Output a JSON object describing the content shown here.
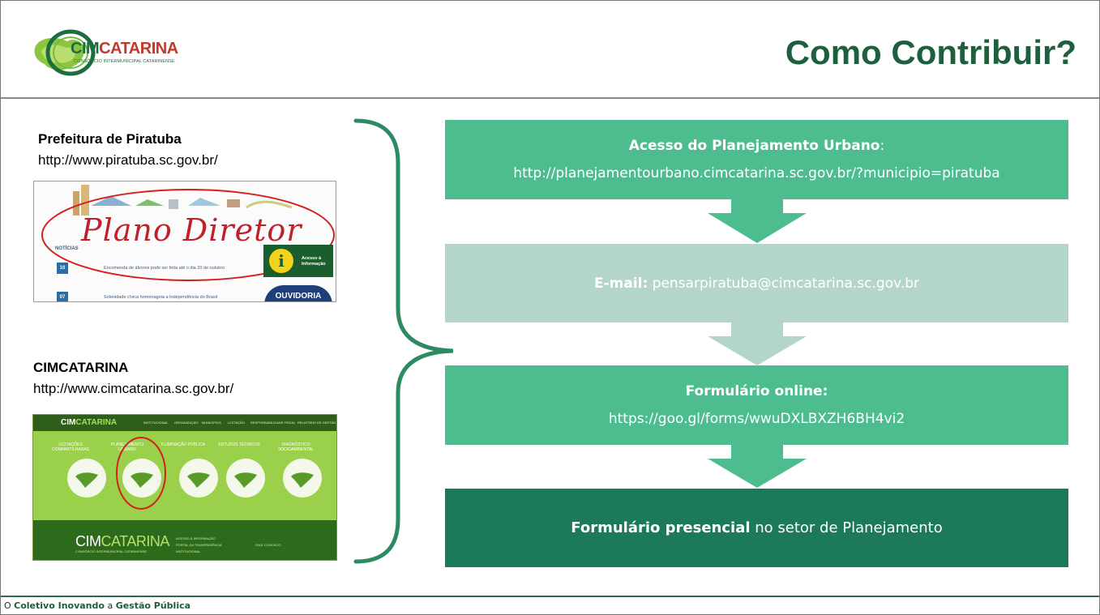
{
  "header": {
    "logo_cim": "CIM",
    "logo_catarina": "CATARINA",
    "logo_sub": "CONSÓRCIO INTERMUNICIPAL CATARINENSE",
    "title": "Como Contribuir?"
  },
  "sources": [
    {
      "name": "Prefeitura  de Piratuba",
      "url": "http://www.piratuba.sc.gov.br/",
      "thumb": {
        "banner": "Plano Diretor",
        "section": "NOTÍCIAS",
        "news": [
          {
            "day": "10",
            "text": "Encomenda de álvores pode ser feita até o dia 20 de outubro"
          },
          {
            "day": "07",
            "text": "Solenidade cívica homenageia a Independência do Brasil"
          }
        ],
        "acesso": "Acesso à Informação",
        "ouvidoria": "OUVIDORIA"
      }
    },
    {
      "name": "CIMCATARINA",
      "url": "http://www.cimcatarina.sc.gov.br/",
      "thumb": {
        "top_logo_a": "CIM",
        "top_logo_b": "CATARINA",
        "nav": [
          "INSTITUCIONAL",
          "ORGANIZAÇÃO",
          "MUNICÍPIOS",
          "LICITAÇÃO",
          "RESPONSABILIDADE FISCAL",
          "RELATÓRIO DE GESTÃO"
        ],
        "tiles": [
          "LICITAÇÕES COMPARTILHADAS",
          "PLANEJAMENTO URBANO",
          "ILUMINAÇÃO PÚBLICA",
          "ESTUDOS TÉCNICOS",
          "DIAGNÓSTICO SOCIOAMBIENTAL"
        ],
        "bottom_logo_a": "CIM",
        "bottom_logo_b": "CATARINA",
        "bottom_sub": "CONSÓRCIO INTERMUNICIPAL CATARINENSE",
        "bottom_links": [
          "ACESSO À INFORMAÇÃO",
          "PORTAL DA TRANSPARÊNCIA",
          "INSTITUCIONAL",
          "FALE CONOSCO"
        ]
      }
    }
  ],
  "steps": [
    {
      "label_bold": "Acesso do Planejamento Urbano",
      "label_rest": ":",
      "detail": "http://planejamentourbano.cimcatarina.sc.gov.br/?municipio=piratuba"
    },
    {
      "label_bold": "E-mail:",
      "label_rest": " pensarpiratuba@cimcatarina.sc.gov.br"
    },
    {
      "label_bold": "Formulário online:",
      "detail": "https://goo.gl/forms/wwuDXLBXZH6BH4vi2"
    },
    {
      "label_bold": "Formulário presencial",
      "label_rest": " no setor de Planejamento"
    }
  ],
  "colors": {
    "step_primary": "#4dbd8f",
    "step_light": "#b4d6c8",
    "step_dark": "#1d7a58",
    "brace": "#2e8a62",
    "title": "#1e5f3d"
  },
  "footer": {
    "prefix": "O ",
    "bold1": "Coletivo Inovando",
    "mid": " a ",
    "bold2": "Gestão Pública"
  }
}
